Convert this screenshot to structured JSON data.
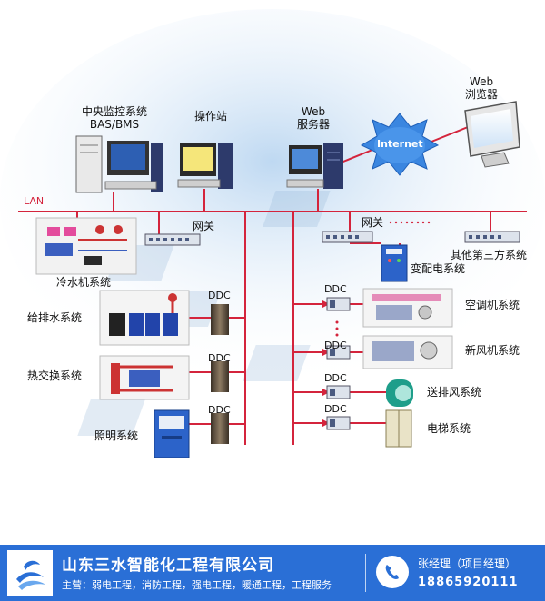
{
  "diagram": {
    "lan_label": "LAN",
    "internet_label": "Internet",
    "nodes": {
      "central_monitor": "中央监控系统",
      "bas_bms": "BAS/BMS",
      "operator_station": "操作站",
      "web_server_line1": "Web",
      "web_server_line2": "服务器",
      "web_browser_line1": "Web",
      "web_browser_line2": "浏览器",
      "gateway_left": "网关",
      "gateway_right": "网关",
      "chiller_system": "冷水机系统",
      "third_party": "其他第三方系统",
      "substation": "变配电系统",
      "water_supply": "给排水系统",
      "heat_exchange": "热交换系统",
      "lighting": "照明系统",
      "air_conditioning": "空调机系统",
      "fresh_air": "新风机系统",
      "ventilation": "送排风系统",
      "elevator": "电梯系统"
    },
    "ddc_label": "DDC"
  },
  "footer": {
    "company": "山东三水智能化工程有限公司",
    "services": "主营：弱电工程，消防工程，强电工程，暖通工程，工程服务",
    "contact": "张经理（项目经理）",
    "phone": "18865920111"
  },
  "colors": {
    "lan_line": "#d4243c",
    "footer_bg": "#2a6fd6",
    "internet_cloud": "#3a86e0"
  }
}
